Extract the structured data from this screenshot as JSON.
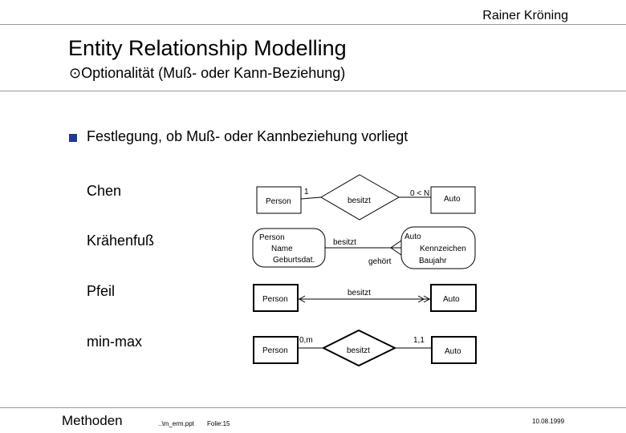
{
  "header": {
    "author": "Rainer Kröning"
  },
  "title": "Entity Relationship Modelling",
  "subtitle": {
    "icon": "target-icon",
    "text": "Optionalität (Muß- oder Kann-Beziehung)"
  },
  "bullet": "Festlegung, ob Muß- oder Kannbeziehung vorliegt",
  "notations": [
    {
      "label": "Chen",
      "entity_left": "Person",
      "relationship": "besitzt",
      "entity_right": "Auto",
      "card_left": "1",
      "card_right": "0 < N"
    },
    {
      "label": "Krähenfuß",
      "entity_left": "Person",
      "attrs_left": [
        "Name",
        "Geburtsdat."
      ],
      "rel_forward": "besitzt",
      "rel_backward": "gehört",
      "entity_right": "Auto",
      "attrs_right": [
        "Kennzeichen",
        "Baujahr"
      ]
    },
    {
      "label": "Pfeil",
      "entity_left": "Person",
      "relationship": "besitzt",
      "entity_right": "Auto"
    },
    {
      "label": "min-max",
      "entity_left": "Person",
      "relationship": "besitzt",
      "entity_right": "Auto",
      "card_left": "0,m",
      "card_right": "1,1"
    }
  ],
  "footer": {
    "left": "Methoden",
    "file": "..\\m_erm.ppt",
    "slide": "Folie:15",
    "date": "10.08.1999"
  }
}
